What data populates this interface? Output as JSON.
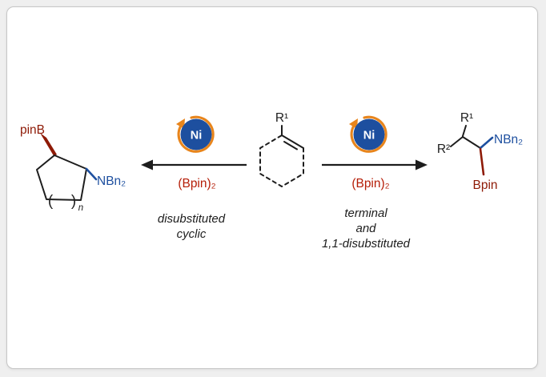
{
  "colors": {
    "canvas": "#efefef",
    "card_bg": "#ffffff",
    "card_border": "#c6c6c6",
    "ink": "#1d1d1d",
    "blue": "#1d4f9f",
    "orange": "#e8851c",
    "red": "#b51d07",
    "maroon": "#8e1a06"
  },
  "substrate": {
    "r1_label": "R¹"
  },
  "left_reaction": {
    "catalyst_label": "Ni",
    "reagent_label": "(Bpin)₂",
    "caption_lines": [
      "disubstituted",
      "cyclic"
    ]
  },
  "left_product": {
    "boron_label": "pinB",
    "amine_label": "NBn₂",
    "paren_open": "(",
    "paren_close": ")",
    "ring_size_label": "n"
  },
  "right_reaction": {
    "catalyst_label": "Ni",
    "reagent_label": "(Bpin)₂",
    "caption_lines": [
      "terminal",
      "and",
      "1,1-disubstituted"
    ]
  },
  "right_product": {
    "r1_label": "R¹",
    "r2_label": "R²",
    "amine_label": "NBn₂",
    "boron_label": "Bpin"
  }
}
